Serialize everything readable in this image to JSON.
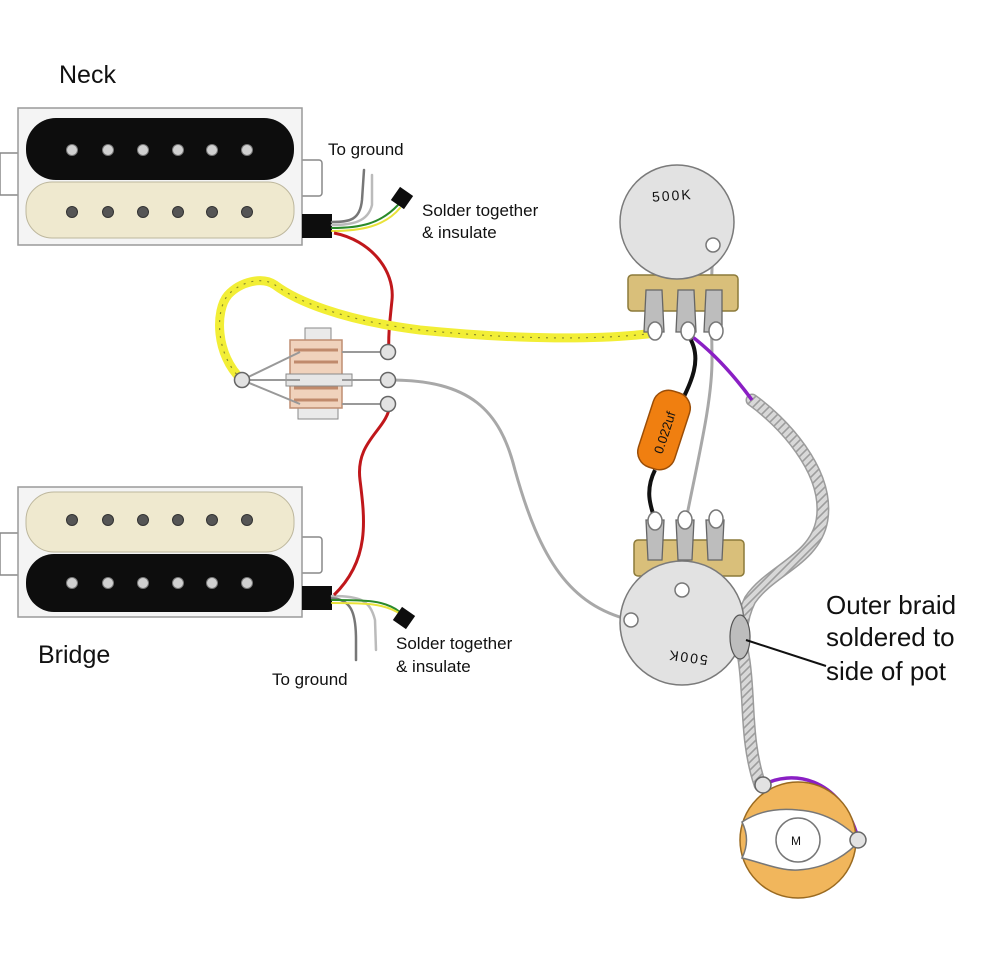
{
  "labels": {
    "neck": "Neck",
    "bridge": "Bridge",
    "neck_ground": "To ground",
    "neck_solder_1": "Solder together",
    "neck_solder_2": "& insulate",
    "bridge_ground": "To ground",
    "bridge_solder_1": "Solder together",
    "bridge_solder_2": "& insulate",
    "braid_1": "Outer braid",
    "braid_2": "soldered to",
    "braid_3": "side of pot",
    "pot_top": "500K",
    "pot_bottom": "500K",
    "capacitor": "0.022uf",
    "jack": "M"
  },
  "colors": {
    "wire_red": "#c0171b",
    "wire_black": "#111111",
    "wire_gray": "#a8a8a8",
    "wire_yellow": "#f2ee36",
    "wire_purple": "#8a1fc4",
    "pickup_black": "#0d0d0d",
    "pickup_cream": "#efe9cf",
    "pot_body": "#e2e2e2",
    "pot_bracket": "#d9bf7a",
    "capacitor": "#f07f10",
    "jack_ring": "#f1b65c"
  }
}
